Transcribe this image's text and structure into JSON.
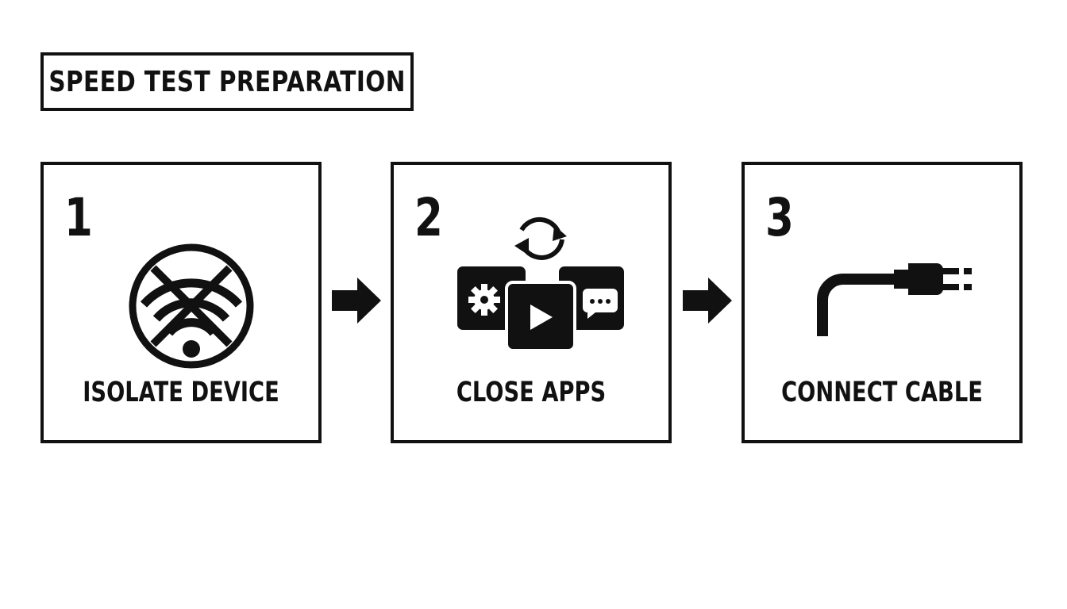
{
  "title": "SPEED TEST PREPARATION",
  "steps": [
    {
      "number": "1",
      "label": "ISOLATE DEVICE",
      "icon": "no-wifi-icon"
    },
    {
      "number": "2",
      "label": "CLOSE APPS",
      "icon": "close-apps-icon"
    },
    {
      "number": "3",
      "label": "CONNECT CABLE",
      "icon": "cable-plug-icon"
    }
  ],
  "connectors": [
    "arrow-right-icon",
    "arrow-right-icon"
  ],
  "colors": {
    "ink": "#111111",
    "background": "#ffffff"
  }
}
